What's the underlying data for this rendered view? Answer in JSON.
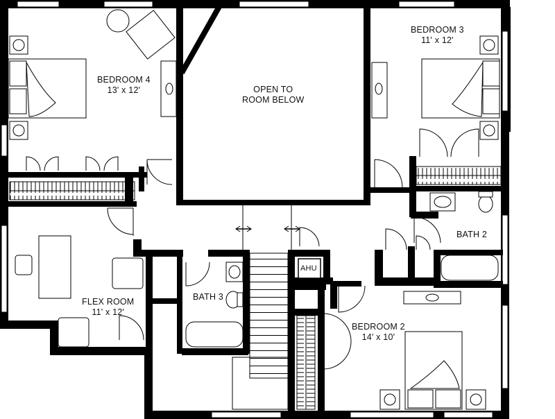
{
  "rooms": {
    "bedroom4": {
      "name": "BEDROOM 4",
      "size": "13' x 12'"
    },
    "bedroom3": {
      "name": "BEDROOM 3",
      "size": "11' x 12'"
    },
    "open": {
      "line1": "OPEN TO",
      "line2": "ROOM BELOW"
    },
    "bath2": {
      "name": "BATH 2"
    },
    "ahu": {
      "name": "AHU"
    },
    "bath3": {
      "name": "BATH 3"
    },
    "flex": {
      "name": "FLEX ROOM",
      "size": "11' x 12'"
    },
    "bedroom2": {
      "name": "BEDROOM 2",
      "size": "14' x 10'"
    }
  }
}
